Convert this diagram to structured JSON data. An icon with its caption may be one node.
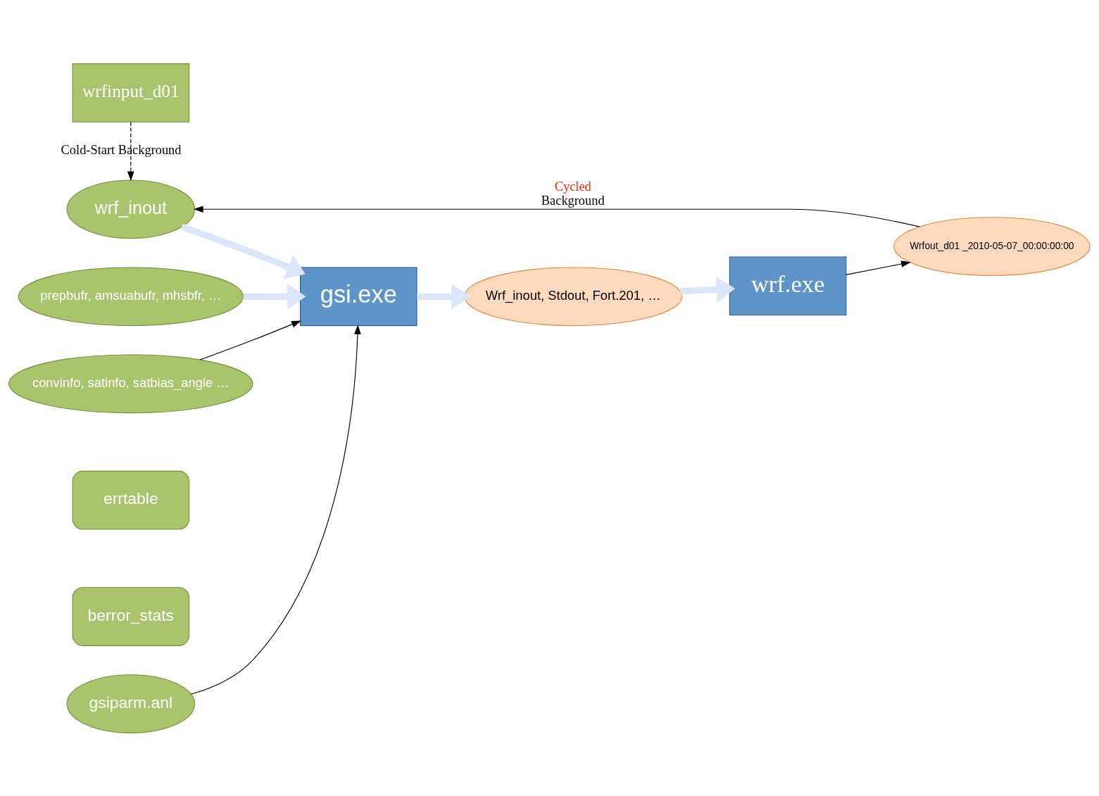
{
  "diagram": {
    "nodes": [
      {
        "text": [
          "wrfinput_d01"
        ]
      },
      {
        "text": [
          "wrf_inout"
        ]
      },
      {
        "text": [
          "gsi.exe"
        ]
      },
      {
        "text": [
          "Wrf_inout, Stdout, Fort.201, …"
        ]
      },
      {
        "text": [
          "wrf.exe"
        ]
      },
      {
        "text": [
          "Wrfout_d01 _2010-05-07_00:00:00:00"
        ]
      },
      {
        "text": [
          "prepbufr, amsuabufr, mhsbfr, …"
        ]
      },
      {
        "text": [
          "convinfo, satinfo, satbias_angle …"
        ]
      },
      {
        "text": [
          "gsiparm.anl"
        ]
      },
      {
        "text": [
          "errtable"
        ]
      },
      {
        "text": [
          "berror_stats"
        ]
      }
    ],
    "edges": [
      {
        "from": 0,
        "to": 1,
        "arrow": "to",
        "style": "dashed",
        "label": "Cold-Start Background"
      },
      {
        "from": 5,
        "to": 1,
        "arrow": "to",
        "label": "Cycled Background"
      },
      {
        "from": 1,
        "to": 2,
        "arrow": "to",
        "style": "thick",
        "color": "#dbe6fb"
      },
      {
        "from": 6,
        "to": 2,
        "arrow": "to",
        "style": "thick",
        "color": "#dbe6fb"
      },
      {
        "from": 2,
        "to": 3,
        "arrow": "to",
        "style": "thick",
        "color": "#dbe6fb"
      },
      {
        "from": 3,
        "to": 4,
        "arrow": "to",
        "style": "thick",
        "color": "#dbe6fb"
      },
      {
        "from": 4,
        "to": 5,
        "arrow": "to"
      },
      {
        "from": 7,
        "to": 2,
        "arrow": "to"
      },
      {
        "from": 8,
        "to": 2,
        "arrow": "to"
      }
    ]
  }
}
